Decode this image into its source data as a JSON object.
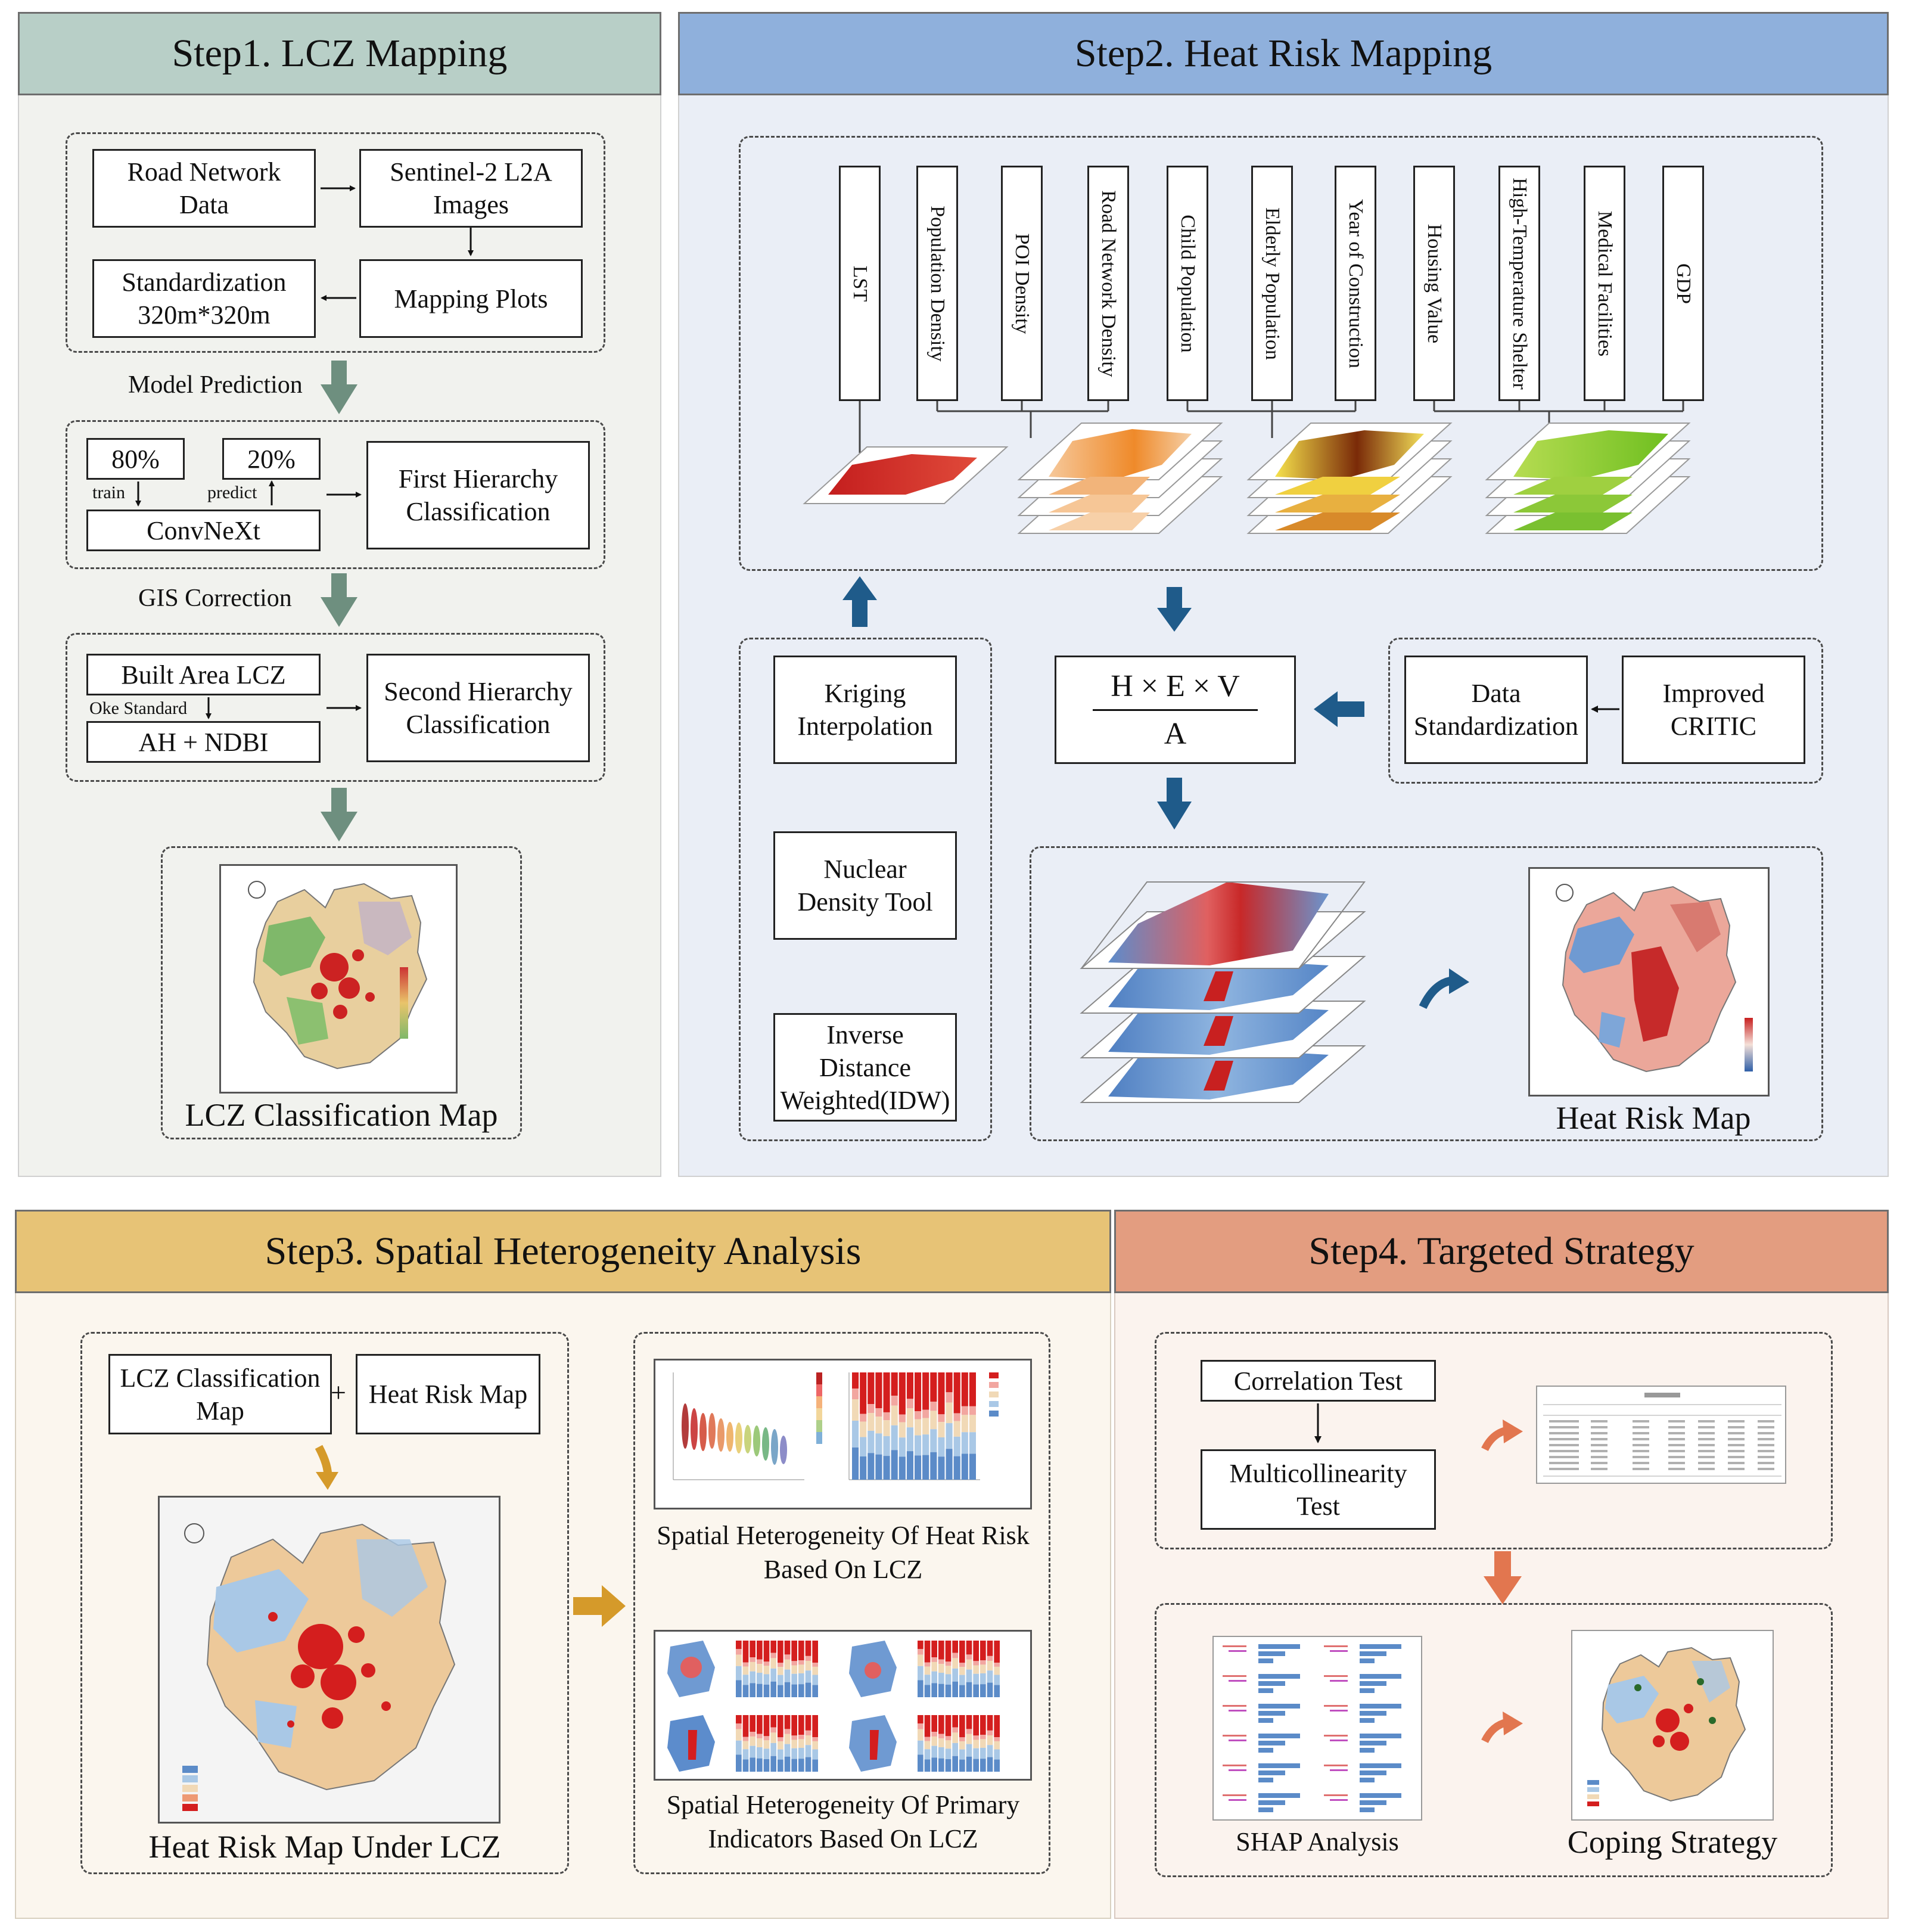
{
  "step1": {
    "title": "Step1. LCZ Mapping",
    "road_network": "Road Network Data",
    "sentinel": "Sentinel-2 L2A Images",
    "standardization": "Standardization 320m*320m",
    "mapping_plots": "Mapping Plots",
    "model_prediction": "Model Prediction",
    "pct_train": "80%",
    "pct_predict": "20%",
    "train": "train",
    "predict": "predict",
    "convnext": "ConvNeXt",
    "first_hierarchy": "First Hierarchy Classification",
    "gis_correction": "GIS Correction",
    "built_area": "Built Area LCZ",
    "oke_standard": "Oke Standard",
    "ah_ndbi": "AH + NDBI",
    "second_hierarchy": "Second Hierarchy Classification",
    "lcz_map": "LCZ Classification Map"
  },
  "step2": {
    "title": "Step2. Heat Risk Mapping",
    "indicators": [
      "LST",
      "Population Density",
      "POI Density",
      "Road Network Density",
      "Child Population",
      "Elderly Population",
      "Year of Construction",
      "Housing Value",
      "High-Temperature Shelter",
      "Medical Facilities",
      "GDP"
    ],
    "kriging": "Kriging Interpolation",
    "nuclear_density": "Nuclear Density Tool",
    "idw": "Inverse Distance Weighted(IDW)",
    "formula_top": "H × E × V",
    "formula_bottom": "A",
    "data_standardization": "Data Standardization",
    "improved_critic": "Improved CRITIC",
    "heat_risk_map": "Heat Risk Map"
  },
  "step3": {
    "title": "Step3. Spatial Heterogeneity Analysis",
    "lcz_map": "LCZ Classification Map",
    "plus": "+",
    "heat_risk_map": "Heat Risk Map",
    "map_under_lcz": "Heat Risk Map Under LCZ",
    "het_heat_risk": "Spatial Heterogeneity Of Heat Risk Based On LCZ",
    "het_indicators": "Spatial Heterogeneity Of Primary Indicators Based On LCZ"
  },
  "step4": {
    "title": "Step4. Targeted Strategy",
    "correlation": "Correlation Test",
    "multicollinearity": "Multicollinearity Test",
    "shap": "SHAP Analysis",
    "coping": "Coping Strategy"
  },
  "colors": {
    "step1_head": "#b8cfc7",
    "step1_body": "#f1f2ee",
    "step2_head": "#8fb0dc",
    "step2_body": "#eaeef6",
    "step3_head": "#e7c376",
    "step3_body": "#fbf6ee",
    "step4_head": "#e39d80",
    "step4_body": "#fbf3ee",
    "arrow_green": "#6e8f7f",
    "arrow_blue": "#1f5b8a",
    "arrow_gold": "#d59a2a",
    "arrow_orange": "#e2764f"
  }
}
